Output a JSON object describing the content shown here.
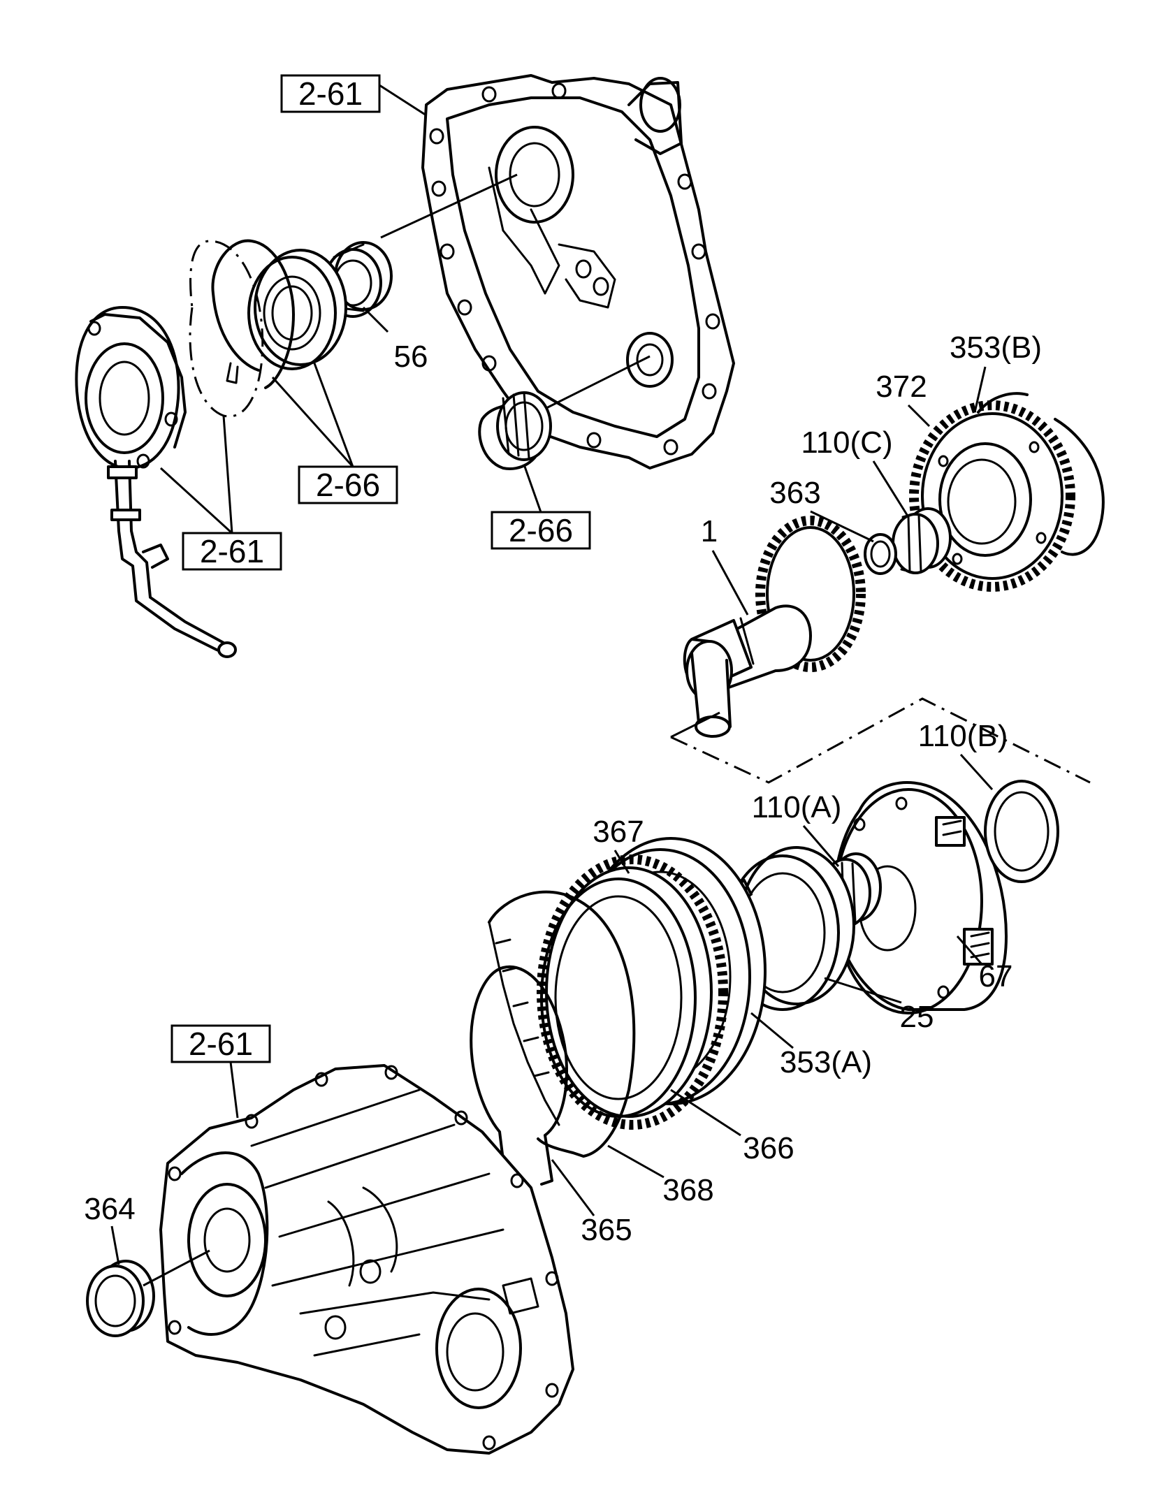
{
  "labels": {
    "ref_top_case": "2-61",
    "ref_bearing_right": "2-66",
    "ref_bearing_left": "2-66",
    "ref_pump_assy": "2-61",
    "ref_bottom_case": "2-61",
    "part_56": "56",
    "part_353b": "353(B)",
    "part_372": "372",
    "part_110c": "110(C)",
    "part_363": "363",
    "part_1": "1",
    "part_110b": "110(B)",
    "part_110a": "110(A)",
    "part_367": "367",
    "part_67": "67",
    "part_25": "25",
    "part_353a": "353(A)",
    "part_366": "366",
    "part_368": "368",
    "part_365": "365",
    "part_364": "364"
  }
}
